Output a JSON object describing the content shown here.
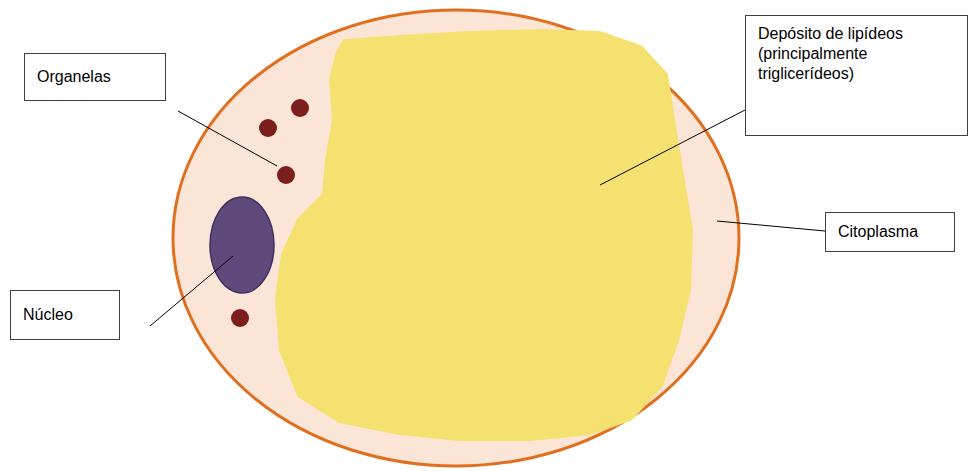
{
  "diagram": {
    "nodes": [
      {
        "text": [
          "Depósito de lipídeos (principalmente triglicerídeos)"
        ]
      },
      {
        "text": [
          "Organelas"
        ]
      },
      {
        "text": [
          "Citoplasma"
        ]
      },
      {
        "text": [
          "Núcleo"
        ]
      }
    ]
  }
}
